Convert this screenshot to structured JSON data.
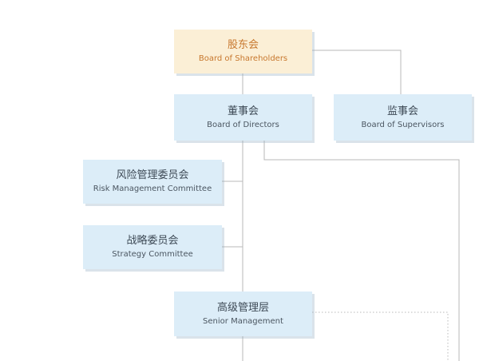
{
  "nodes": {
    "shareholders": {
      "zh": "股东会",
      "en": "Board of Shareholders"
    },
    "directors": {
      "zh": "董事会",
      "en": "Board of Directors"
    },
    "supervisors": {
      "zh": "监事会",
      "en": "Board of Supervisors"
    },
    "risk": {
      "zh": "风险管理委员会",
      "en": "Risk Management Committee"
    },
    "strategy": {
      "zh": "战略委员会",
      "en": "Strategy Committee"
    },
    "senior": {
      "zh": "高级管理层",
      "en": "Senior Management"
    }
  },
  "colors": {
    "node_fill": "#dcedf8",
    "top_node_fill": "#fbefd6",
    "top_node_text": "#c7772d",
    "connector": "#b8b8b8"
  }
}
